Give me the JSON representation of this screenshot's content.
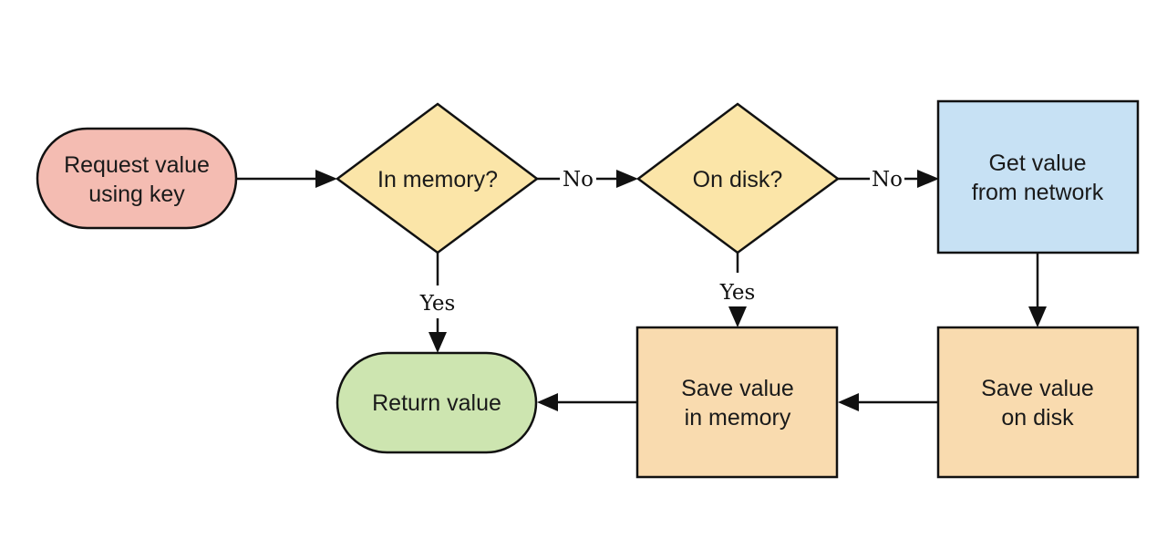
{
  "diagram": {
    "type": "flowchart",
    "nodes": {
      "request": {
        "label_line1": "Request value",
        "label_line2": "using key",
        "shape": "terminator",
        "color": "#f4bcb2"
      },
      "in_memory": {
        "label": "In memory?",
        "shape": "decision",
        "color": "#fbe5a8"
      },
      "on_disk": {
        "label": "On disk?",
        "shape": "decision",
        "color": "#fbe5a8"
      },
      "network": {
        "label_line1": "Get value",
        "label_line2": "from network",
        "shape": "process",
        "color": "#c7e1f4"
      },
      "save_disk": {
        "label_line1": "Save value",
        "label_line2": "on disk",
        "shape": "process",
        "color": "#f9dbaf"
      },
      "save_memory": {
        "label_line1": "Save value",
        "label_line2": "in memory",
        "shape": "process",
        "color": "#f9dbaf"
      },
      "return": {
        "label": "Return value",
        "shape": "terminator",
        "color": "#cde5b0"
      }
    },
    "edges": [
      {
        "from": "request",
        "to": "in_memory",
        "label": ""
      },
      {
        "from": "in_memory",
        "to": "on_disk",
        "label": "No"
      },
      {
        "from": "on_disk",
        "to": "network",
        "label": "No"
      },
      {
        "from": "in_memory",
        "to": "return",
        "label": "Yes"
      },
      {
        "from": "on_disk",
        "to": "save_memory",
        "label": "Yes"
      },
      {
        "from": "network",
        "to": "save_disk",
        "label": ""
      },
      {
        "from": "save_disk",
        "to": "save_memory",
        "label": ""
      },
      {
        "from": "save_memory",
        "to": "return",
        "label": ""
      }
    ],
    "edge_labels": {
      "no1": "No",
      "no2": "No",
      "yes1": "Yes",
      "yes2": "Yes"
    }
  }
}
